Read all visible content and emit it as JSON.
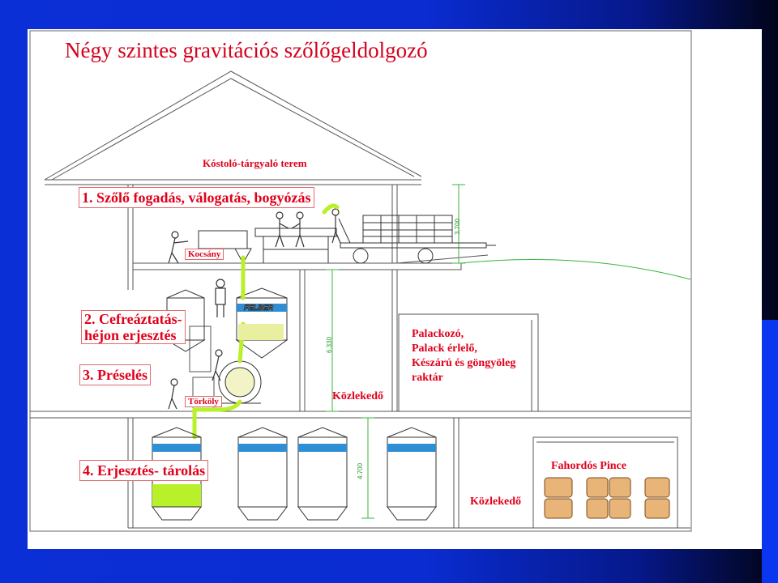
{
  "title": "Négy szintes gravitációs szőlőgeldolgozó",
  "labels": {
    "tasting_room": "Kóstoló-tárgyaló terem",
    "level1": "1. Szőlő fogadás, válogatás, bogyózás",
    "stems": "Kocsány",
    "level2_line1": "2. Cefreáztatás-",
    "level2_line2": "héjon erjesztés",
    "level3": "3. Préselés",
    "pomace": "Törköly",
    "corridor_upper": "Közlekedő",
    "corridor_lower": "Közlekedő",
    "bottling_line1": "Palackozó,",
    "bottling_line2": "Palack érlelő,",
    "bottling_line3": "Készárú és göngyöleg",
    "bottling_line4": "raktár",
    "barrel_cellar": "Fahordós Pince",
    "level4": "4. Erjesztés- tárolás"
  },
  "dimensions": {
    "upper": "3.700",
    "middle": "6.330",
    "lower": "4.700"
  },
  "tank_brand": "FELBER",
  "colors": {
    "title": "#d4001c",
    "label": "#e0001b",
    "must": "#b8f02a",
    "dimension": "#2a9a2a",
    "structure": "#555555",
    "background_blue": "#0b2fd6"
  }
}
